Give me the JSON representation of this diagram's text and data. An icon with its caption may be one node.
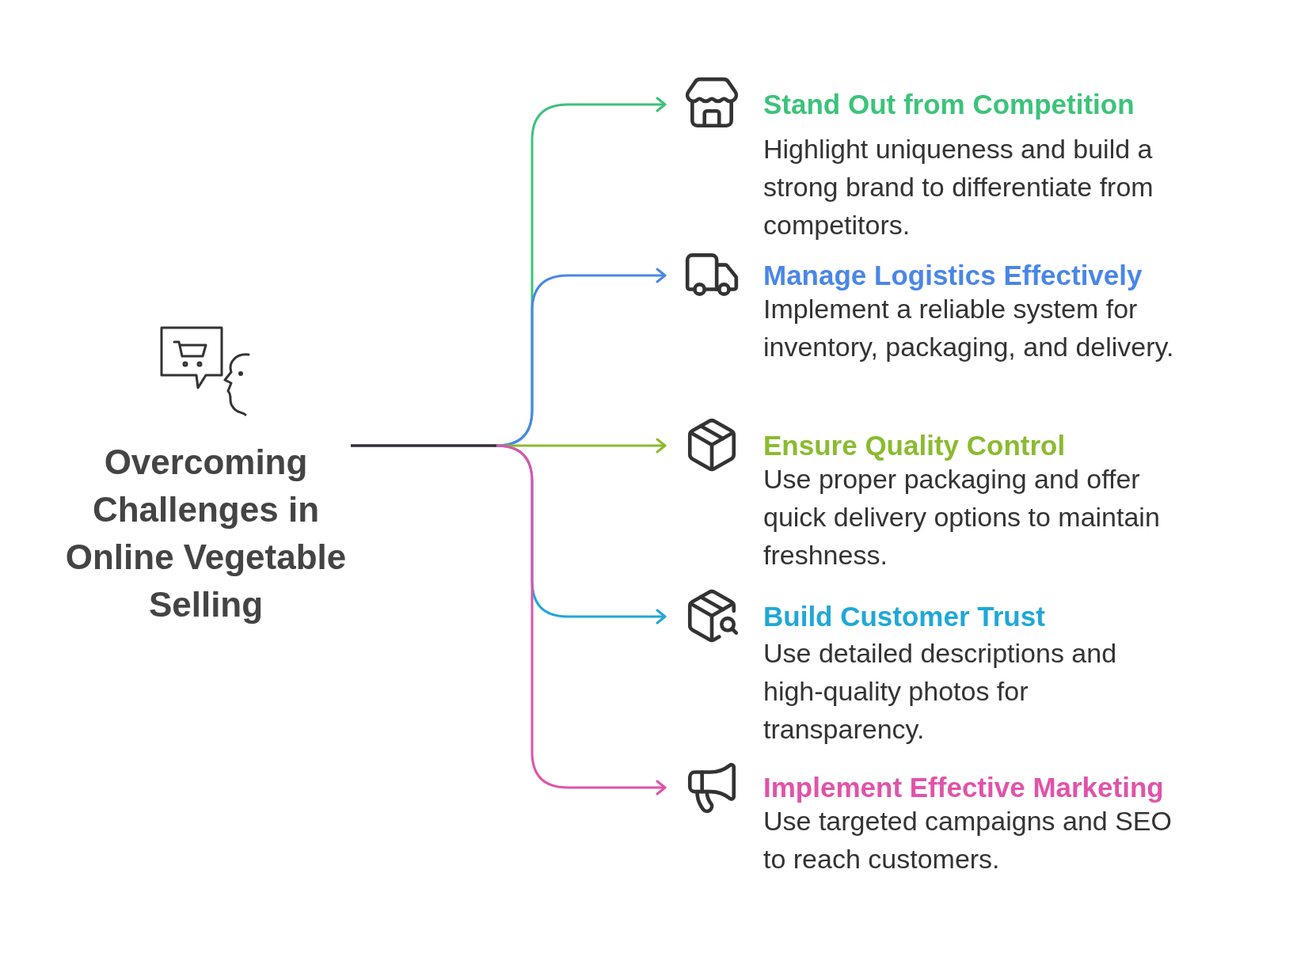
{
  "diagram": {
    "nodes": [
      {
        "text": [
          "Overcoming Challenges in Online Vegetable Selling"
        ]
      },
      {
        "text": [
          "Stand Out from Competition",
          "Highlight uniqueness and build a strong brand to differentiate from competitors."
        ]
      },
      {
        "text": [
          "Manage Logistics Effectively",
          "Implement a reliable system for inventory, packaging, and delivery."
        ]
      },
      {
        "text": [
          "Ensure Quality Control",
          "Use proper packaging and offer quick delivery options to maintain freshness."
        ]
      },
      {
        "text": [
          "Build Customer Trust",
          "Use detailed descriptions and high-quality photos for transparency."
        ]
      },
      {
        "text": [
          "Implement Effective Marketing",
          "Use targeted campaigns and SEO to reach customers."
        ]
      }
    ],
    "edges": [
      {
        "from": 0,
        "to": 1,
        "arrow": "to",
        "color": "#3cc37a"
      },
      {
        "from": 0,
        "to": 2,
        "arrow": "to",
        "color": "#4a86e8"
      },
      {
        "from": 0,
        "to": 3,
        "arrow": "to",
        "color": "#8bbb2f"
      },
      {
        "from": 0,
        "to": 4,
        "arrow": "to",
        "color": "#1fa8d8"
      },
      {
        "from": 0,
        "to": 5,
        "arrow": "to",
        "color": "#e053a9"
      }
    ]
  }
}
